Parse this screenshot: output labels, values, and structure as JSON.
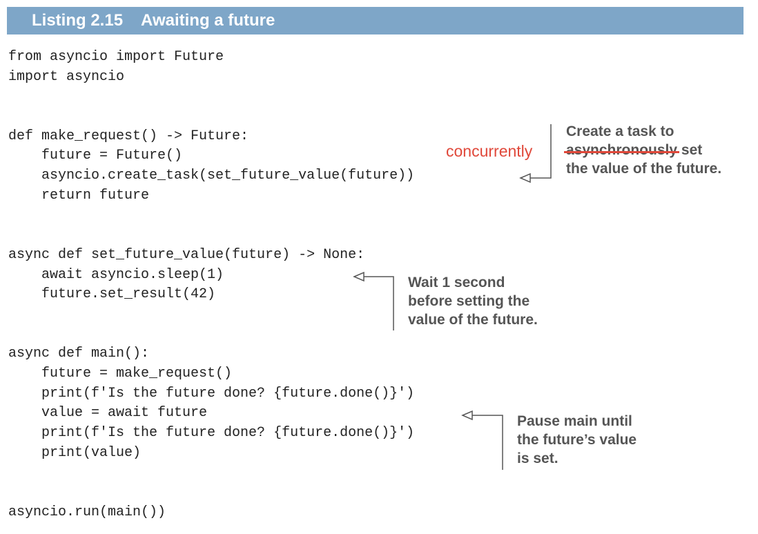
{
  "header": {
    "label": "Listing 2.15",
    "title": "Awaiting a future"
  },
  "code_lines": [
    "from asyncio import Future",
    "import asyncio",
    "",
    "",
    "def make_request() -> Future:",
    "    future = Future()",
    "    asyncio.create_task(set_future_value(future))",
    "    return future",
    "",
    "",
    "async def set_future_value(future) -> None:",
    "    await asyncio.sleep(1)",
    "    future.set_result(42)",
    "",
    "",
    "async def main():",
    "    future = make_request()",
    "    print(f'Is the future done? {future.done()}')",
    "    value = await future",
    "    print(f'Is the future done? {future.done()}')",
    "    print(value)",
    "",
    "",
    "asyncio.run(main())"
  ],
  "annotations": {
    "create_task": {
      "line1": "Create a task to",
      "struck_word": "asynchronously",
      "after_struck": " set",
      "line3": "the value of the future.",
      "handwritten_correction": "concurrently"
    },
    "sleep": {
      "line1": "Wait 1 second",
      "line2": "before setting the",
      "line3": "value of the future."
    },
    "await": {
      "line1": "Pause main until",
      "line2": "the future’s value",
      "line3": "is set."
    }
  },
  "colors": {
    "header_bg": "#7ea6c8",
    "correction_red": "#e0483a",
    "annotation_text": "#555555"
  }
}
